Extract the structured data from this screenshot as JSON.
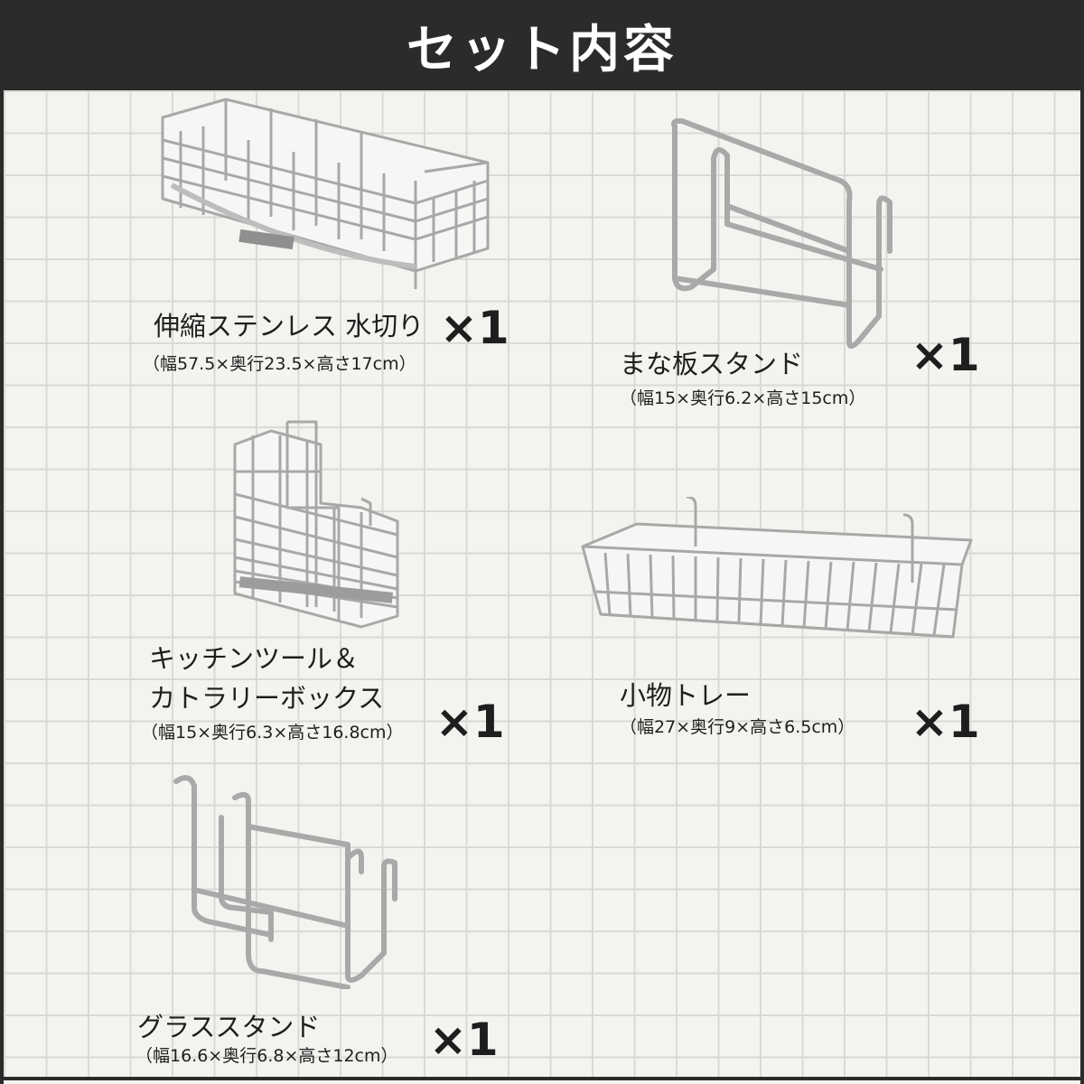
{
  "header": {
    "title": "セット内容"
  },
  "items": [
    {
      "name": "伸縮ステンレス 水切り",
      "dimensions": "（幅57.5×奥行23.5×高さ17cm）",
      "quantity": "×1"
    },
    {
      "name": "まな板スタンド",
      "dimensions": "（幅15×奥行6.2×高さ15cm）",
      "quantity": "×1"
    },
    {
      "name_line1": "キッチンツール＆",
      "name_line2": "カトラリーボックス",
      "dimensions": "（幅15×奥行6.3×高さ16.8cm）",
      "quantity": "×1"
    },
    {
      "name": "小物トレー",
      "dimensions": "（幅27×奥行9×高さ6.5cm）",
      "quantity": "×1"
    },
    {
      "name": "グラススタンド",
      "dimensions": "（幅16.6×奥行6.8×高さ12cm）",
      "quantity": "×1"
    }
  ],
  "colors": {
    "header_bg": "#2b2b2b",
    "header_text": "#ffffff",
    "grid_line": "#d9d9d6",
    "background": "#f3f3ef",
    "wire": "#a8a8a8"
  },
  "icons": [
    "dish-rack-image",
    "cutting-board-stand-image",
    "cutlery-box-image",
    "small-tray-image",
    "glass-stand-image"
  ]
}
